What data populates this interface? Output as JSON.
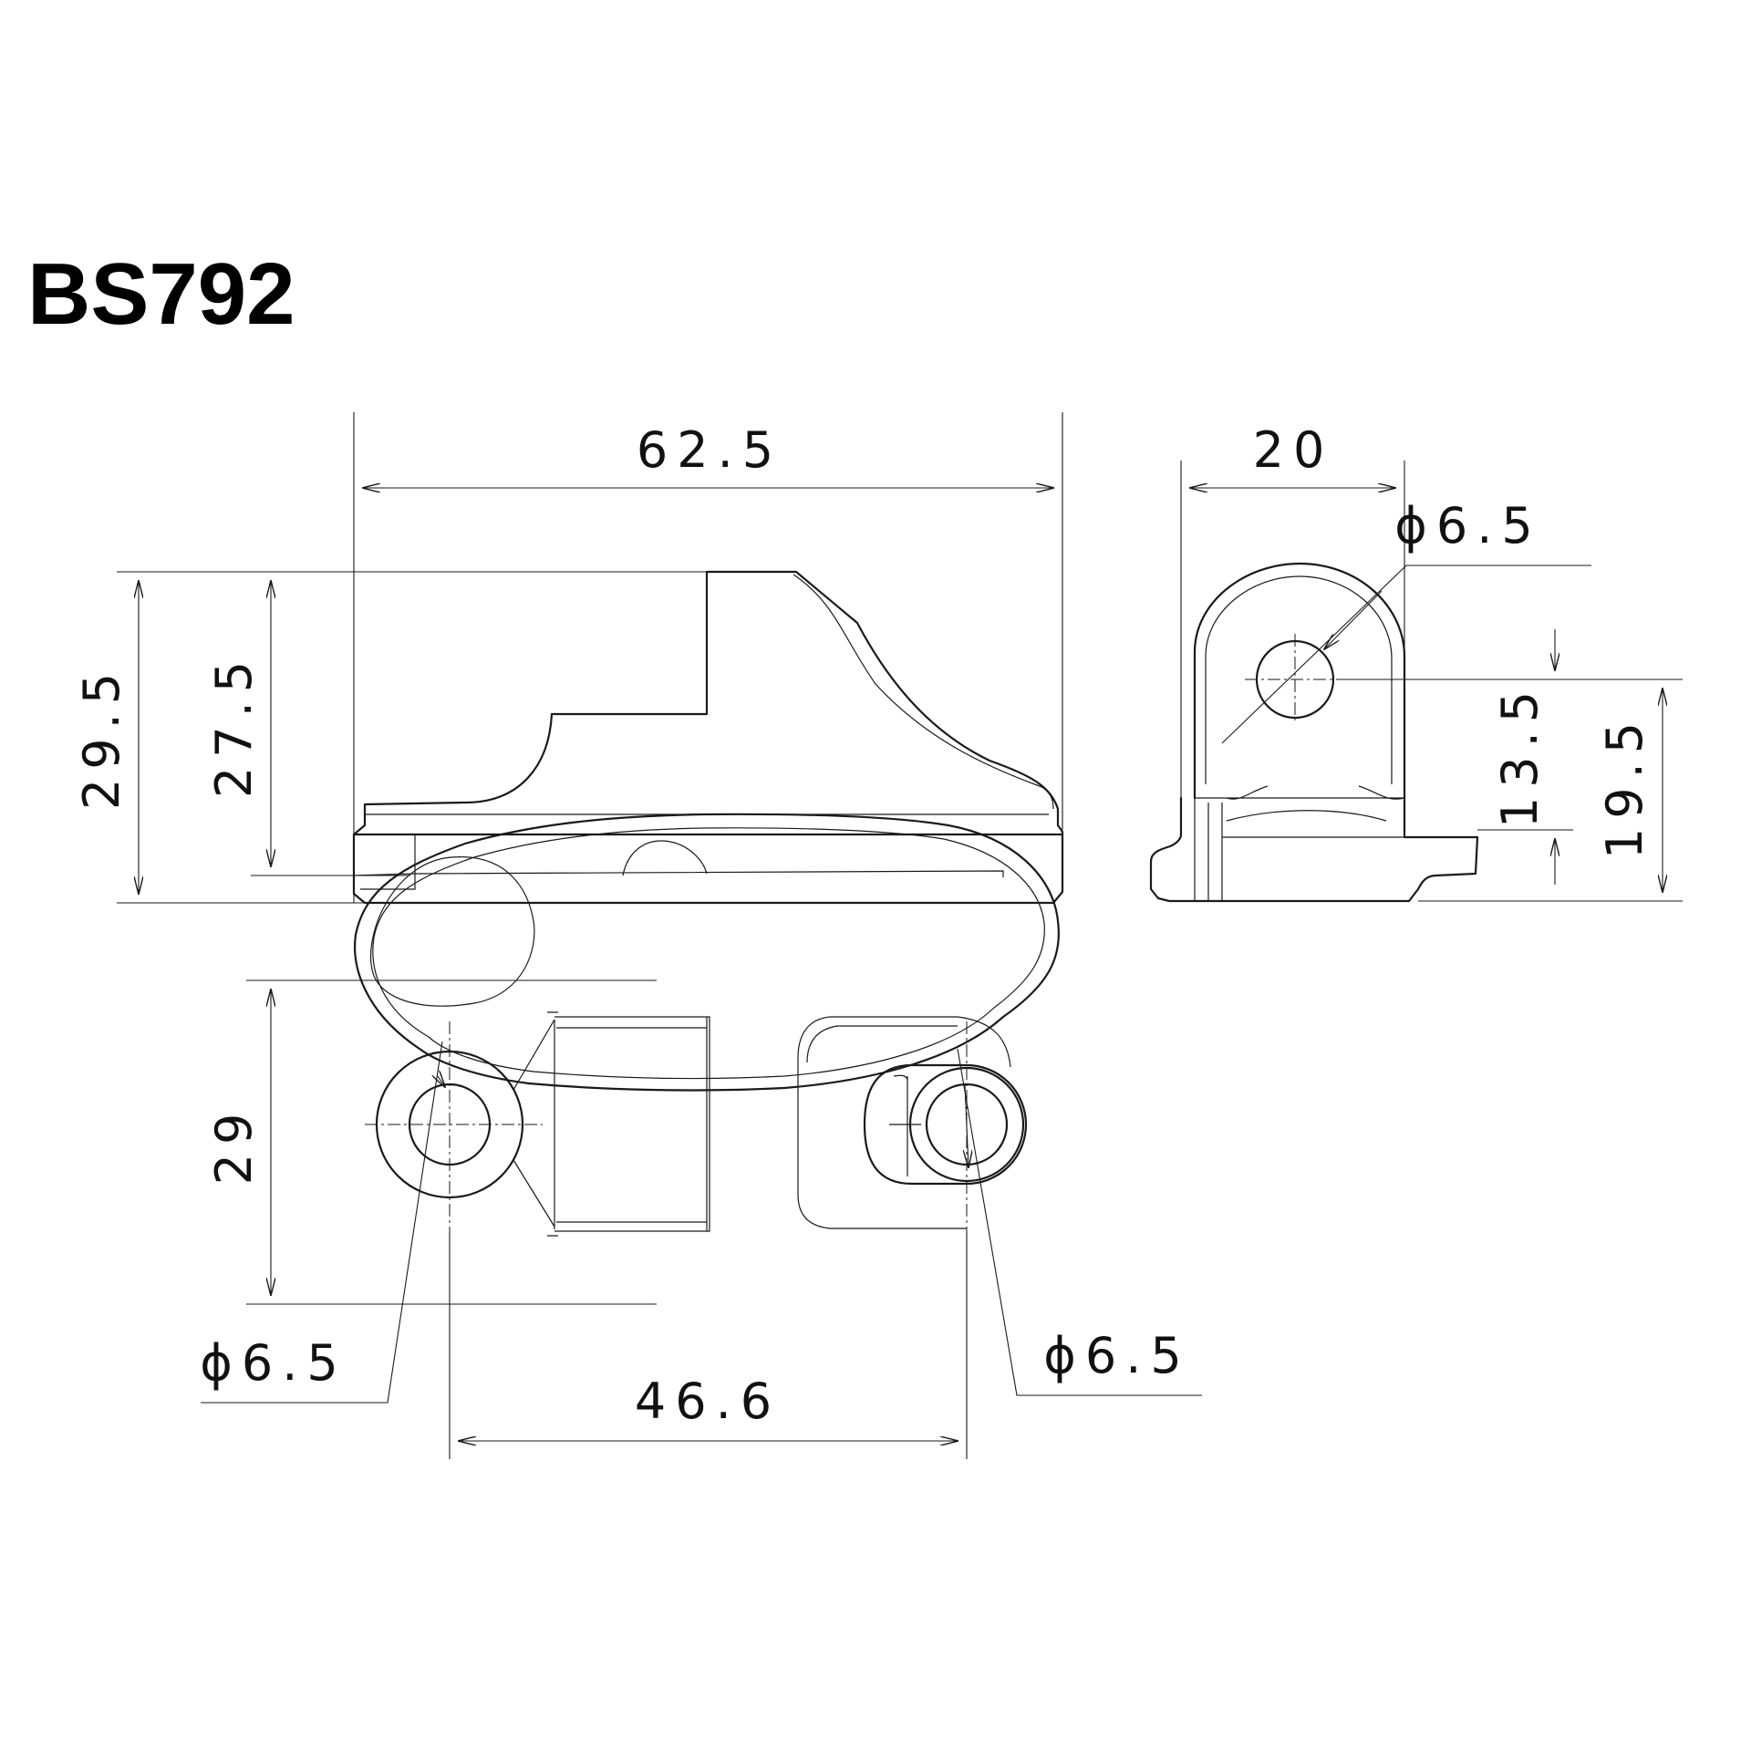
{
  "title": "BS792",
  "views": {
    "side": {
      "length": "62.5",
      "height_total": "29.5",
      "height_upper": "27.5"
    },
    "end": {
      "width": "20",
      "hole_diameter": "ϕ6.5",
      "hole_center_upper": "13.5",
      "hole_center_total": "19.5"
    },
    "top": {
      "width": "29",
      "hole_pitch": "46.6",
      "hole_left_diameter": "ϕ6.5",
      "hole_right_diameter": "ϕ6.5"
    }
  },
  "colors": {
    "line": "#1a1a1a",
    "background": "#ffffff"
  }
}
